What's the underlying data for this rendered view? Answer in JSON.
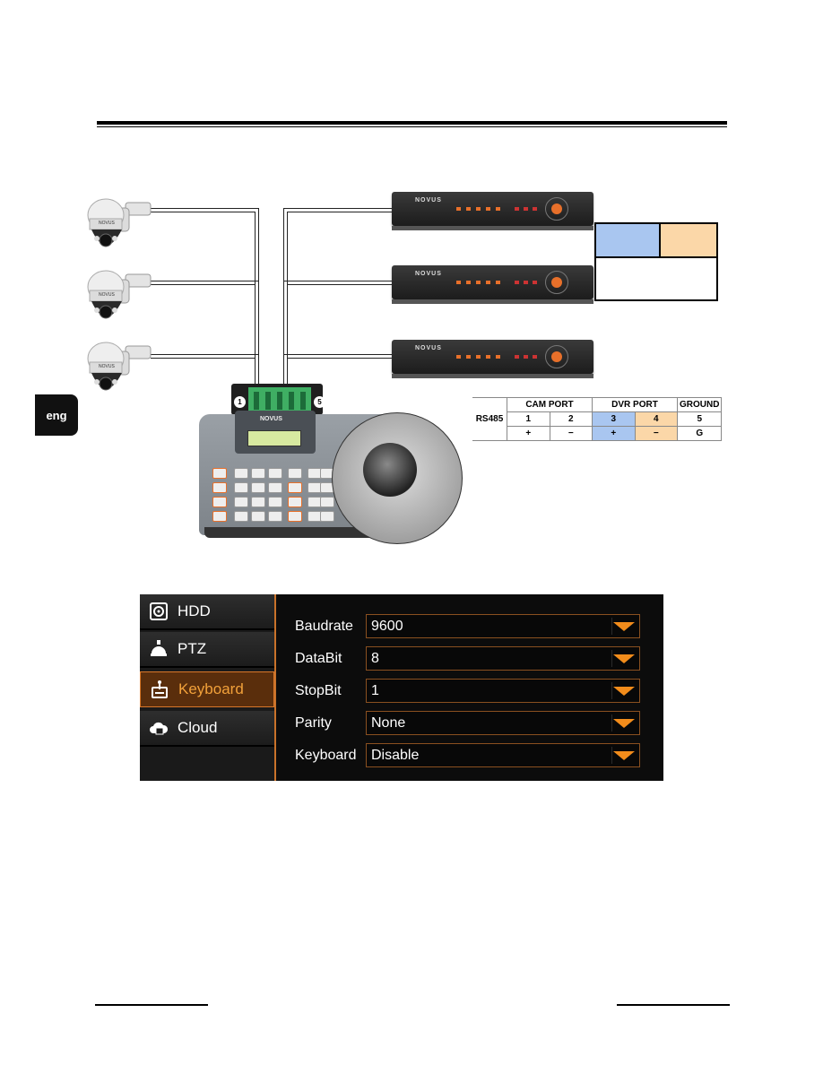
{
  "language_tab": "eng",
  "rs485_table": {
    "row_label": "RS485",
    "headers": [
      "CAM PORT",
      "DVR PORT",
      "GROUND"
    ],
    "pins": [
      "1",
      "2",
      "3",
      "4",
      "5"
    ],
    "signals": [
      "+",
      "−",
      "+",
      "−",
      "G"
    ]
  },
  "keyboard_terminal": {
    "left_number": "1",
    "right_number": "5"
  },
  "brand": "NOVUS",
  "settings": {
    "sidebar": [
      {
        "label": "HDD",
        "icon": "hdd-icon"
      },
      {
        "label": "PTZ",
        "icon": "ptz-camera-icon"
      },
      {
        "label": "Keyboard",
        "icon": "keyboard-icon"
      },
      {
        "label": "Cloud",
        "icon": "cloud-icon"
      }
    ],
    "active_item": "Keyboard",
    "fields": [
      {
        "label": "Baudrate",
        "value": "9600"
      },
      {
        "label": "DataBit",
        "value": "8"
      },
      {
        "label": "StopBit",
        "value": "1"
      },
      {
        "label": "Parity",
        "value": "None"
      },
      {
        "label": "Keyboard",
        "value": "Disable"
      }
    ],
    "accent_color": "#f28c1b"
  },
  "legend_colors": {
    "dvr_plus": "#a9c6f0",
    "dvr_minus": "#fbd7a8"
  }
}
